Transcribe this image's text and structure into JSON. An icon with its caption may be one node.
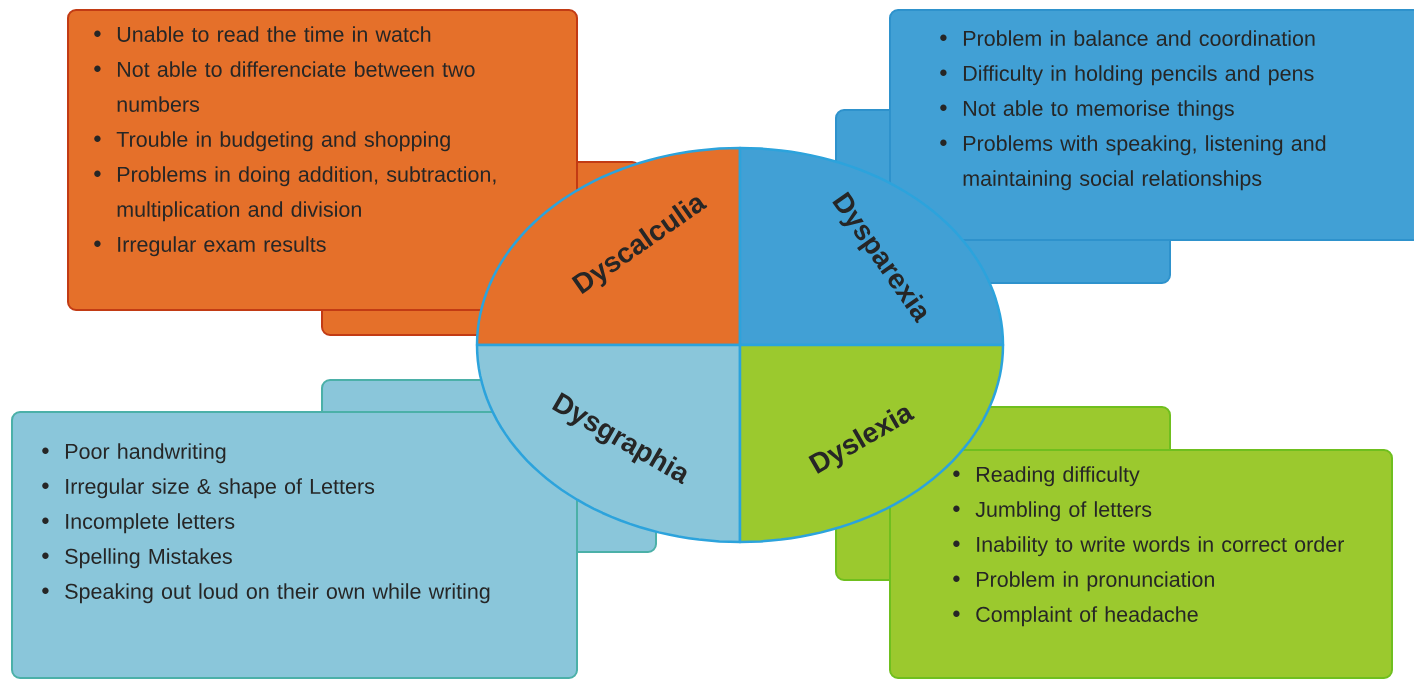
{
  "diagram": {
    "nodes": [
      {
        "text": [
          "Dyscalculia"
        ]
      },
      {
        "text": [
          "Dysparexia"
        ]
      },
      {
        "text": [
          "Dysgraphia"
        ]
      },
      {
        "text": [
          "Dyslexia"
        ]
      },
      {
        "text": [
          "Unable to read the time in watch",
          "Not able to differenciate between two numbers",
          "Trouble in budgeting and shopping",
          "Problems in doing addition, subtraction, multiplication and division",
          "Irregular exam results"
        ]
      },
      {
        "text": [
          "Problem in balance and coordination",
          "Difficulty in holding pencils and pens",
          "Not able to memorise things",
          "Problems with speaking, listening and maintaining social relationships"
        ]
      },
      {
        "text": [
          "Poor handwriting",
          "Irregular size & shape of Letters",
          "Incomplete letters",
          "Spelling Mistakes",
          "Speaking out loud on their own while writing"
        ]
      },
      {
        "text": [
          "Reading difficulty",
          "Jumbling of letters",
          "Inability to write words in correct order",
          "Problem in pronunciation",
          "Complaint of headache"
        ]
      }
    ]
  }
}
